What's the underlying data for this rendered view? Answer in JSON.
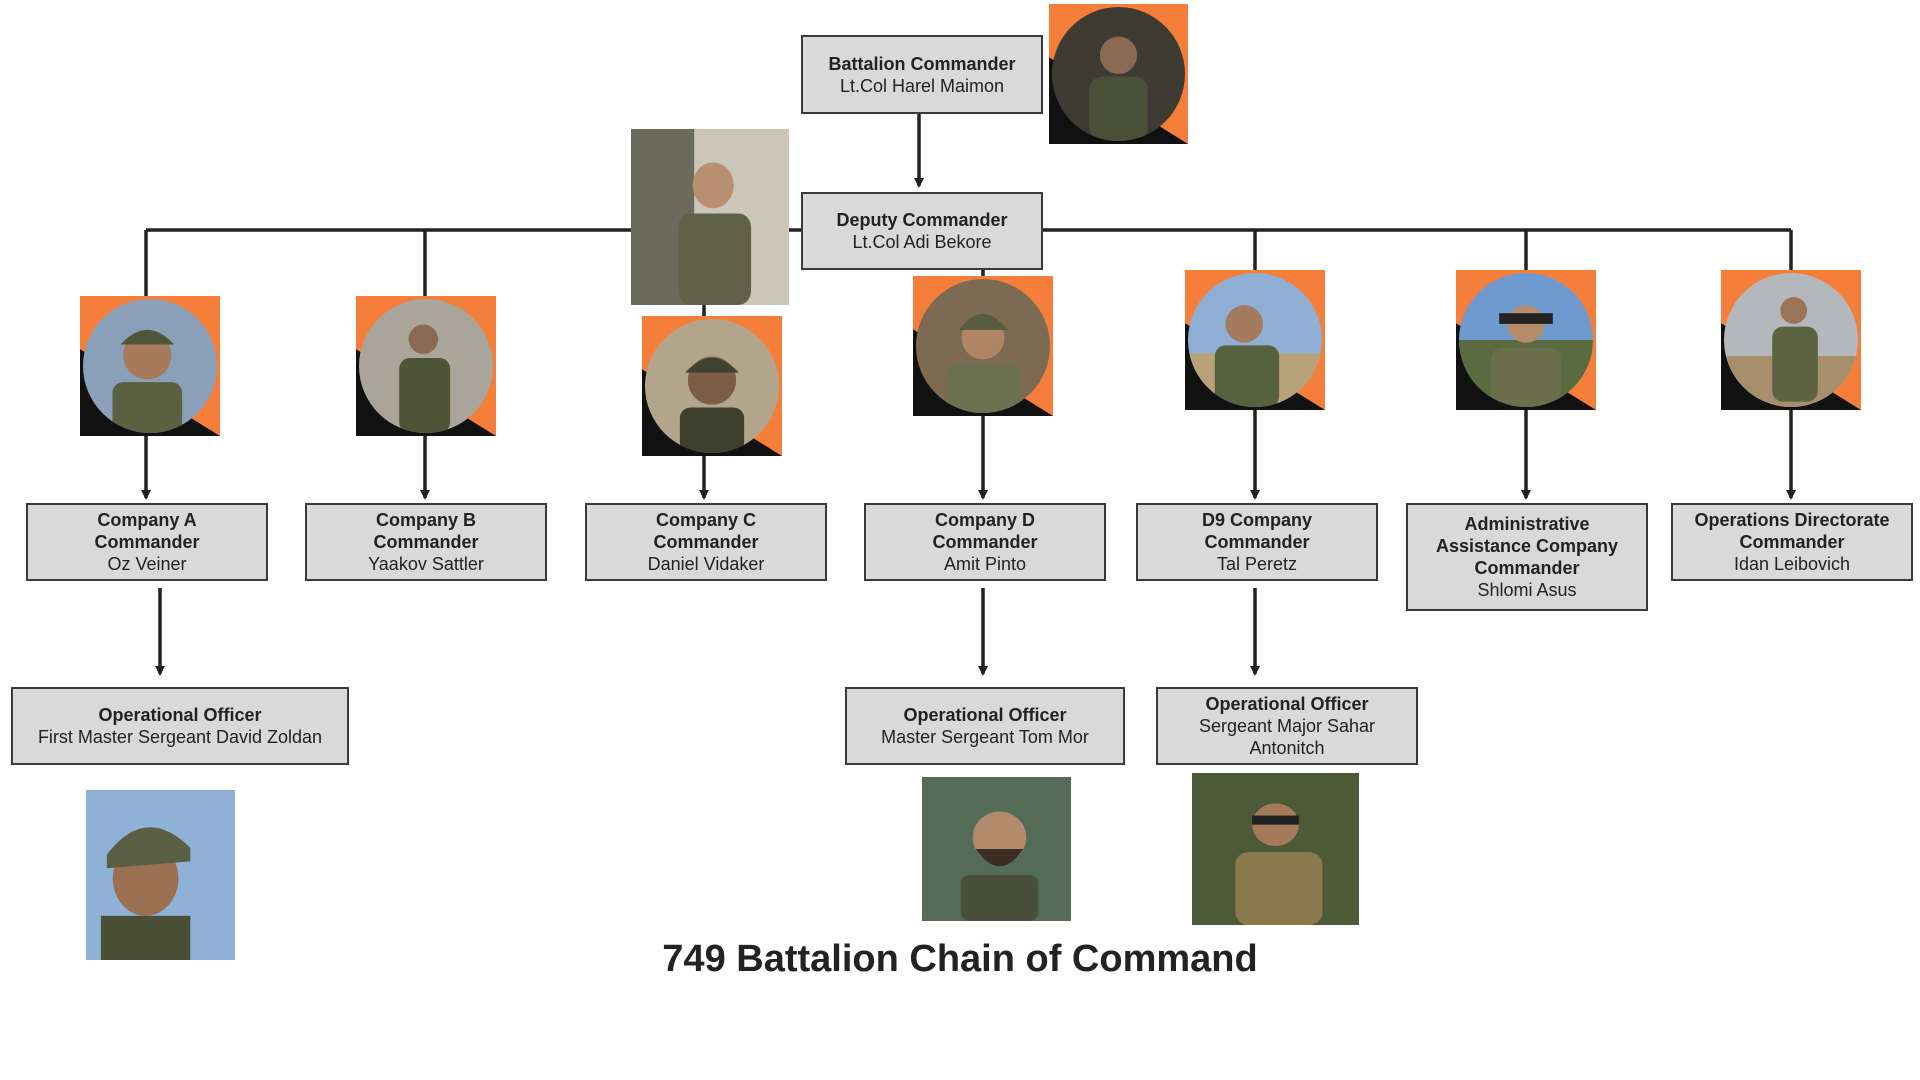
{
  "title": "749 Battalion Chain of Command",
  "colors": {
    "frame": "#f57f3a",
    "box": "#d9d9d9",
    "line": "#222222"
  },
  "nodes": {
    "battalion_commander": {
      "role": "Battalion Commander",
      "name": "Lt.Col Harel Maimon"
    },
    "deputy_commander": {
      "role": "Deputy Commander",
      "name": "Lt.Col Adi Bekore"
    },
    "company_a": {
      "role": "Company A\nCommander",
      "name": "Oz Veiner"
    },
    "company_b": {
      "role": "Company B\nCommander",
      "name": "Yaakov Sattler"
    },
    "company_c": {
      "role": "Company C\nCommander",
      "name": "Daniel Vidaker"
    },
    "company_d": {
      "role": "Company D\nCommander",
      "name": "Amit Pinto"
    },
    "d9_company": {
      "role": "D9 Company\nCommander",
      "name": "Tal Peretz"
    },
    "admin_company": {
      "role": "Administrative\nAssistance Company\nCommander",
      "name": "Shlomi Asus"
    },
    "operations_directorate": {
      "role": "Operations Directorate\nCommander",
      "name": "Idan Leibovich"
    },
    "ops_officer_a": {
      "role": "Operational Officer",
      "name": "First Master Sergeant David Zoldan"
    },
    "ops_officer_d": {
      "role": "Operational Officer",
      "name": "Master Sergeant Tom Mor"
    },
    "ops_officer_d9": {
      "role": "Operational Officer",
      "name": "Sergeant Major Sahar\nAntonitch"
    }
  }
}
